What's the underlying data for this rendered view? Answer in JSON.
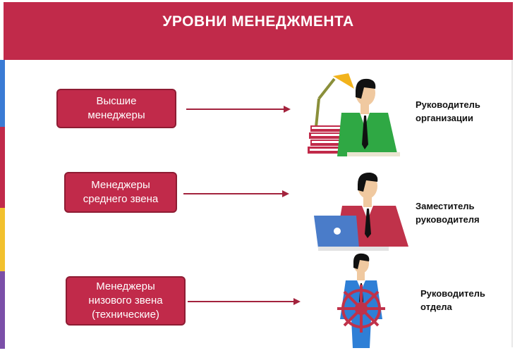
{
  "title": "УРОВНИ МЕНЕДЖМЕНТА",
  "levels": [
    {
      "box": "Высшие\nменеджеры",
      "role": "Руководитель\nорганизации"
    },
    {
      "box": "Менеджеры\nсреднего звена",
      "role": "Заместитель\nруководителя"
    },
    {
      "box": "Менеджеры\nнизового звена\n(технические)",
      "role": "Руководитель\nотдела"
    }
  ],
  "icons": [
    "top-manager-icon",
    "middle-manager-icon",
    "lower-manager-icon"
  ],
  "colors": {
    "accent": "#c12a4a",
    "green": "#2fa844",
    "red": "#c0324a",
    "blue": "#2e6fd0"
  }
}
